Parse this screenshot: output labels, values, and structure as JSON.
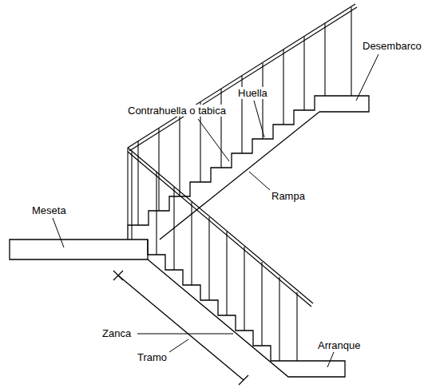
{
  "diagram": {
    "labels": [
      "Desembarco",
      "Huella",
      "Contrahuella o tabica",
      "Rampa",
      "Meseta",
      "Zanca",
      "Tramo",
      "Arranque"
    ]
  }
}
